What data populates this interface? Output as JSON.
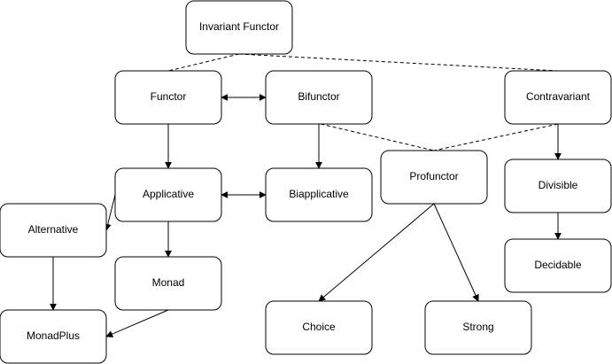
{
  "nodes": {
    "invariant_functor": "Invariant Functor",
    "functor": "Functor",
    "bifunctor": "Bifunctor",
    "contravariant": "Contravariant",
    "applicative": "Applicative",
    "biapplicative": "Biapplicative",
    "profunctor": "Profunctor",
    "divisible": "Divisible",
    "alternative": "Alternative",
    "monad": "Monad",
    "decidable": "Decidable",
    "monadplus": "MonadPlus",
    "choice": "Choice",
    "strong": "Strong"
  },
  "edges": [
    {
      "from": "invariant_functor",
      "to": "functor",
      "style": "dashed",
      "arrow": "none"
    },
    {
      "from": "invariant_functor",
      "to": "contravariant",
      "style": "dashed",
      "arrow": "none"
    },
    {
      "from": "functor",
      "to": "bifunctor",
      "style": "solid",
      "arrow": "both"
    },
    {
      "from": "functor",
      "to": "applicative",
      "style": "solid",
      "arrow": "end"
    },
    {
      "from": "bifunctor",
      "to": "biapplicative",
      "style": "solid",
      "arrow": "end"
    },
    {
      "from": "bifunctor",
      "to": "profunctor",
      "style": "dashed",
      "arrow": "none"
    },
    {
      "from": "contravariant",
      "to": "profunctor",
      "style": "dashed",
      "arrow": "none"
    },
    {
      "from": "contravariant",
      "to": "divisible",
      "style": "solid",
      "arrow": "end"
    },
    {
      "from": "applicative",
      "to": "biapplicative",
      "style": "solid",
      "arrow": "both"
    },
    {
      "from": "applicative",
      "to": "alternative",
      "style": "solid",
      "arrow": "end"
    },
    {
      "from": "applicative",
      "to": "monad",
      "style": "solid",
      "arrow": "end"
    },
    {
      "from": "alternative",
      "to": "monadplus",
      "style": "solid",
      "arrow": "end"
    },
    {
      "from": "monad",
      "to": "monadplus",
      "style": "solid",
      "arrow": "end"
    },
    {
      "from": "divisible",
      "to": "decidable",
      "style": "solid",
      "arrow": "end"
    },
    {
      "from": "profunctor",
      "to": "choice",
      "style": "solid",
      "arrow": "end"
    },
    {
      "from": "profunctor",
      "to": "strong",
      "style": "solid",
      "arrow": "end"
    }
  ]
}
